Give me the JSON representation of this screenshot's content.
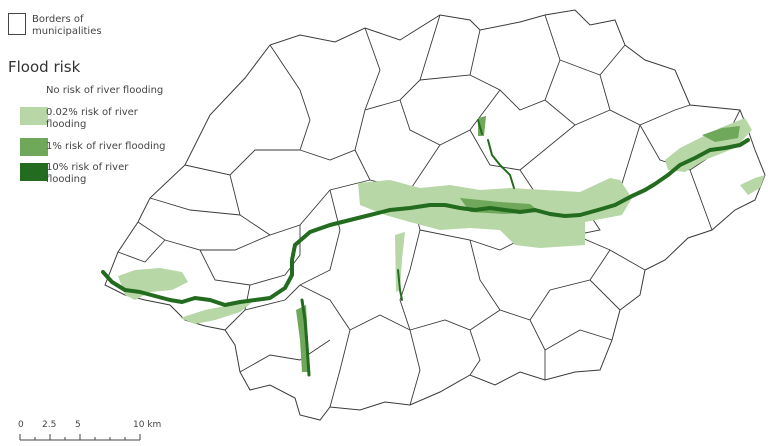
{
  "legend": {
    "borders_label": "Borders of municipalities",
    "title": "Flood risk",
    "items": [
      {
        "label": "No risk of river flooding",
        "color": "#ffffff"
      },
      {
        "label": "0.02% risk of river flooding",
        "color": "#b7d7a6"
      },
      {
        "label": "1% risk of river flooding",
        "color": "#6fa85a"
      },
      {
        "label": "10% risk of river flooding",
        "color": "#236b1f"
      }
    ]
  },
  "scale_bar": {
    "ticks": [
      "0",
      "2.5",
      "5",
      "10 km"
    ]
  },
  "colors": {
    "border": "#3a3a3a",
    "low_risk": "#b7d7a6",
    "mid_risk": "#6fa85a",
    "high_risk": "#236b1f"
  }
}
